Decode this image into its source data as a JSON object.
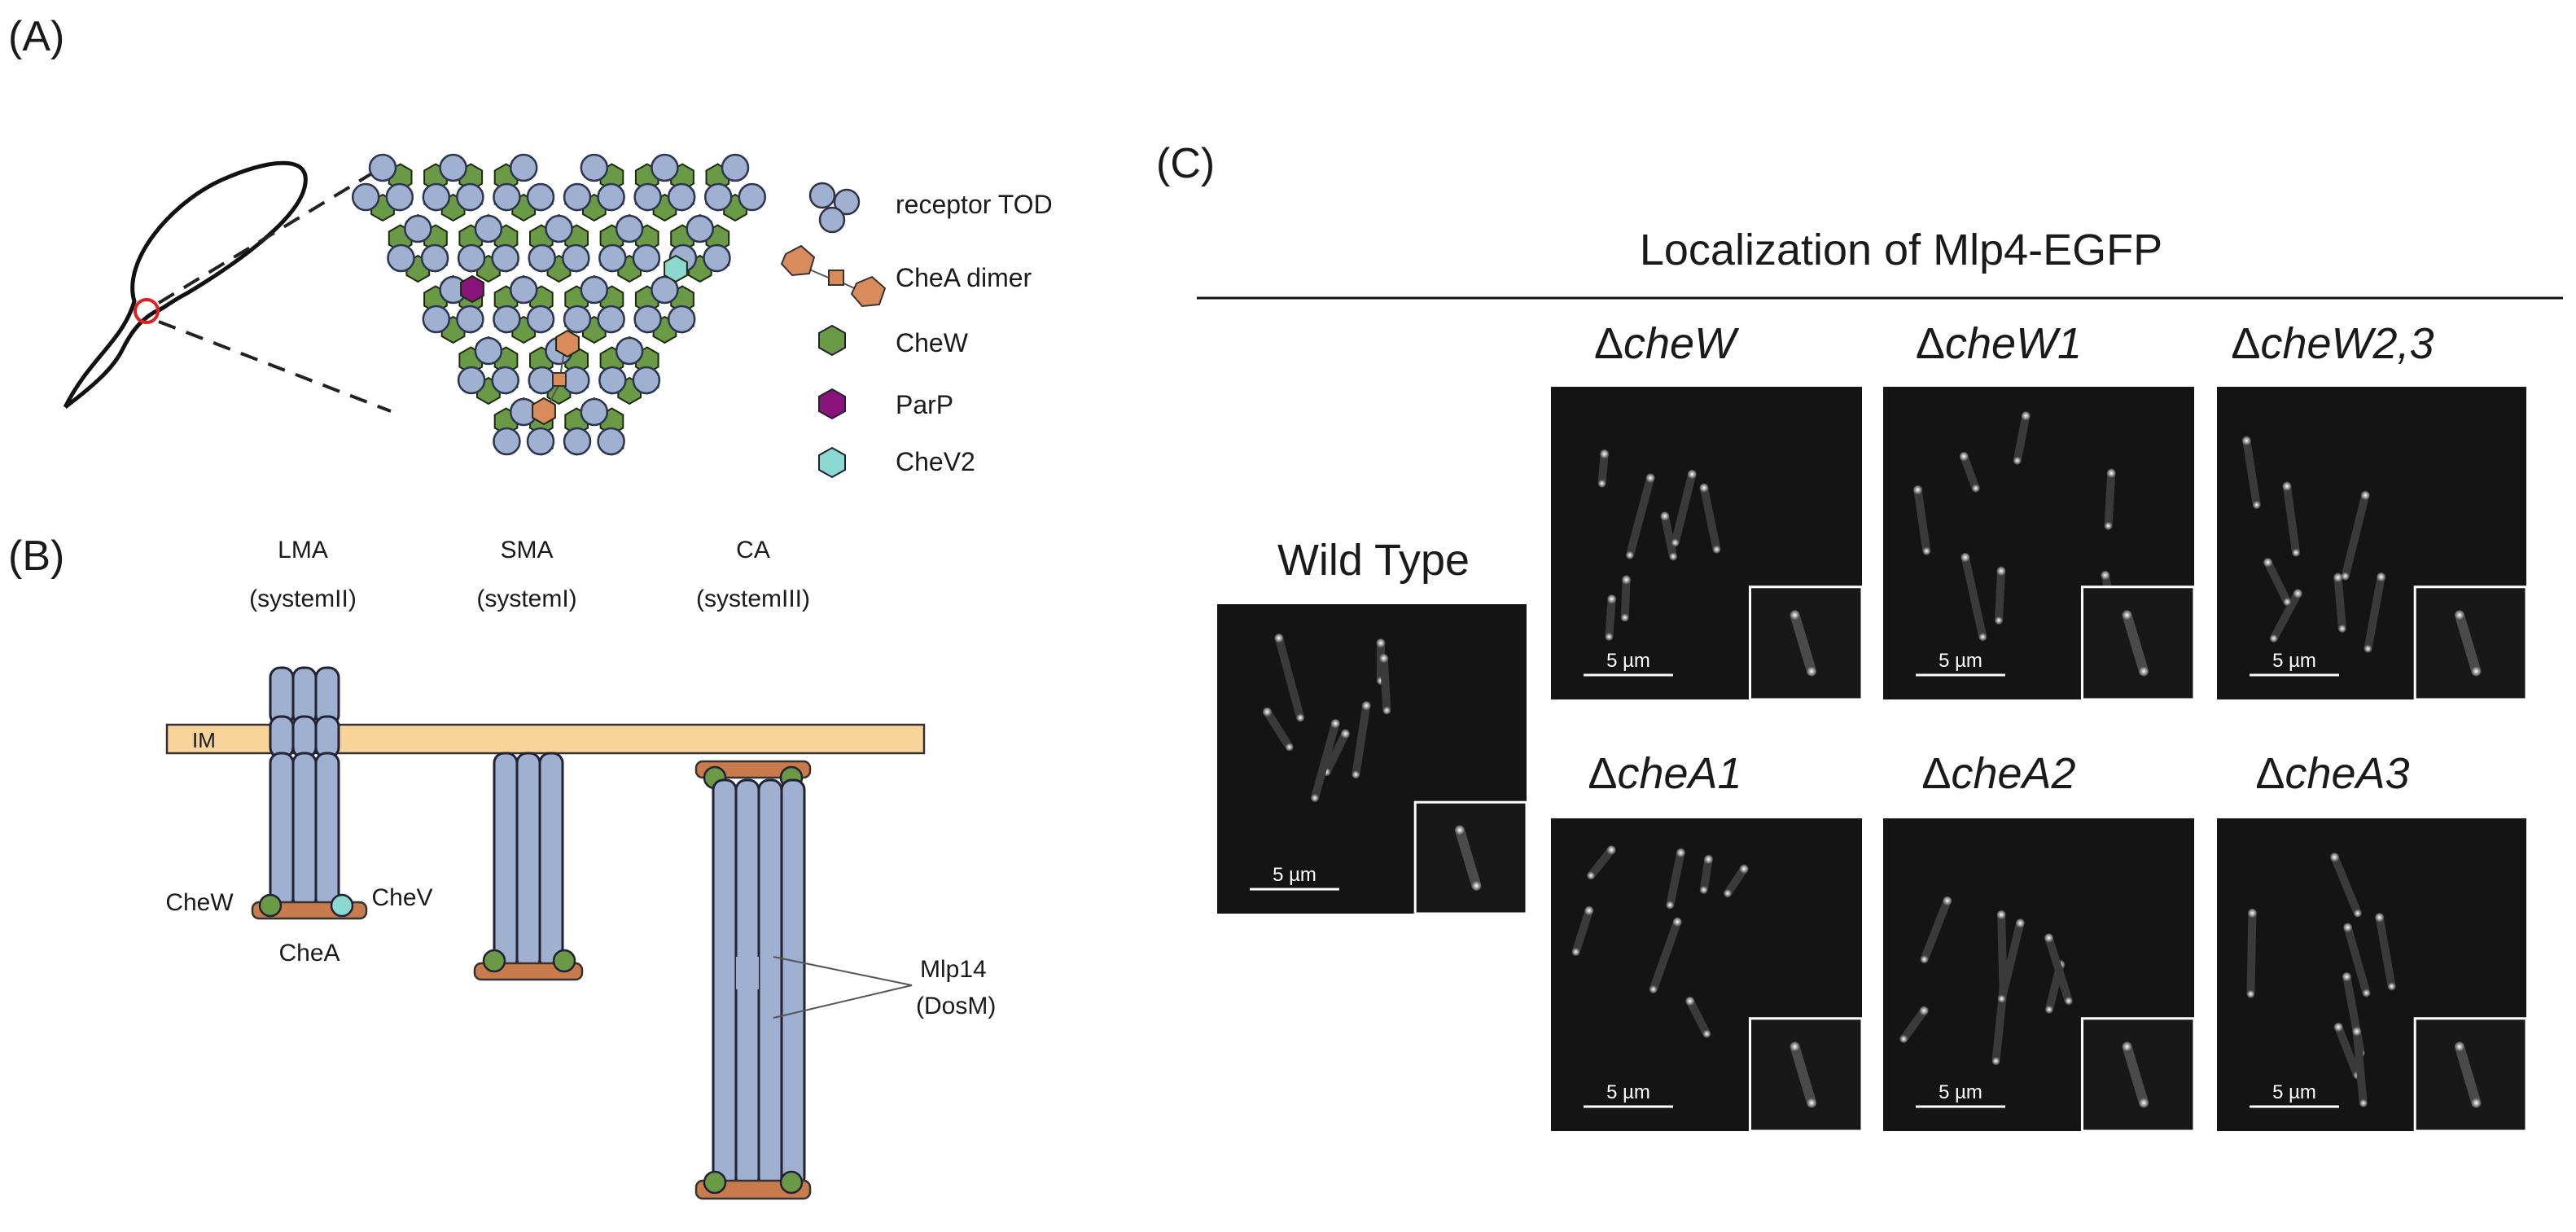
{
  "panel_a": {
    "label": "(A)",
    "legend": [
      {
        "text": "receptor TOD",
        "icon": "trimer-circles"
      },
      {
        "text": "CheA dimer",
        "icon": "chea-dimer"
      },
      {
        "text": "CheW",
        "icon": "green-hexagon"
      },
      {
        "text": "ParP",
        "icon": "purple-hexagon"
      },
      {
        "text": "CheV2",
        "icon": "cyan-hexagon"
      }
    ]
  },
  "panel_b": {
    "label": "(B)",
    "arrays": [
      {
        "name": "LMA",
        "system": "(systemII)"
      },
      {
        "name": "SMA",
        "system": "(systemI)"
      },
      {
        "name": "CA",
        "system": "(systemIII)"
      }
    ],
    "membrane": "IM",
    "chew": "CheW",
    "chev": "CheV",
    "chea": "CheA",
    "mlp14_name": "Mlp14",
    "mlp14_alias": "(DosM)"
  },
  "panel_c": {
    "label": "(C)",
    "title": "Localization of Mlp4-EGFP",
    "wild_type": "Wild Type",
    "scale_bar": "5 µm",
    "mutants": [
      {
        "delta": "Δ",
        "gene": "cheW"
      },
      {
        "delta": "Δ",
        "gene": "cheW1"
      },
      {
        "delta": "Δ",
        "gene": "cheW2,3"
      },
      {
        "delta": "Δ",
        "gene": "cheA1"
      },
      {
        "delta": "Δ",
        "gene": "cheA2"
      },
      {
        "delta": "Δ",
        "gene": "cheA3"
      }
    ]
  },
  "colors": {
    "receptor": "#9fb0d1",
    "chew": "#6a9a45",
    "chea": "#d98b5c",
    "parp": "#8a137c",
    "chev": "#8ad8cf",
    "membrane": "#f8d49a",
    "base": "#c97b4d"
  }
}
